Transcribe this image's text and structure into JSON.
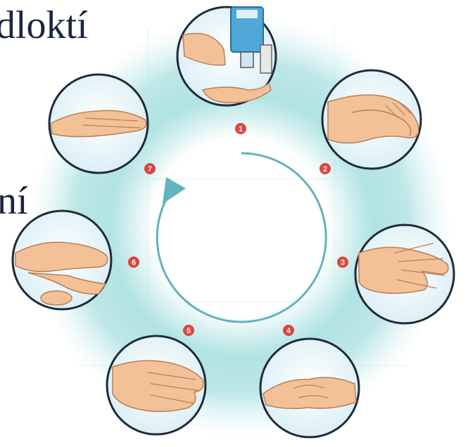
{
  "slide_text": {
    "fragment_top": "dloktí",
    "fragment_middle": "ní"
  },
  "steps": [
    {
      "number": "1",
      "depicts": "soap-dispenser-icon"
    },
    {
      "number": "2",
      "depicts": "palm-to-palm-icon"
    },
    {
      "number": "3",
      "depicts": "fingers-interlaced-back-icon"
    },
    {
      "number": "4",
      "depicts": "fingertips-rotation-icon"
    },
    {
      "number": "5",
      "depicts": "back-of-hand-rub-icon"
    },
    {
      "number": "6",
      "depicts": "thumb-rotation-icon"
    },
    {
      "number": "7",
      "depicts": "palm-rinse-icon"
    }
  ],
  "colors": {
    "glow": "#7fd0d3",
    "badge": "#e0443e",
    "arrow": "#5fb4bd",
    "skin": "#f2c197",
    "ink": "#1b2440"
  }
}
